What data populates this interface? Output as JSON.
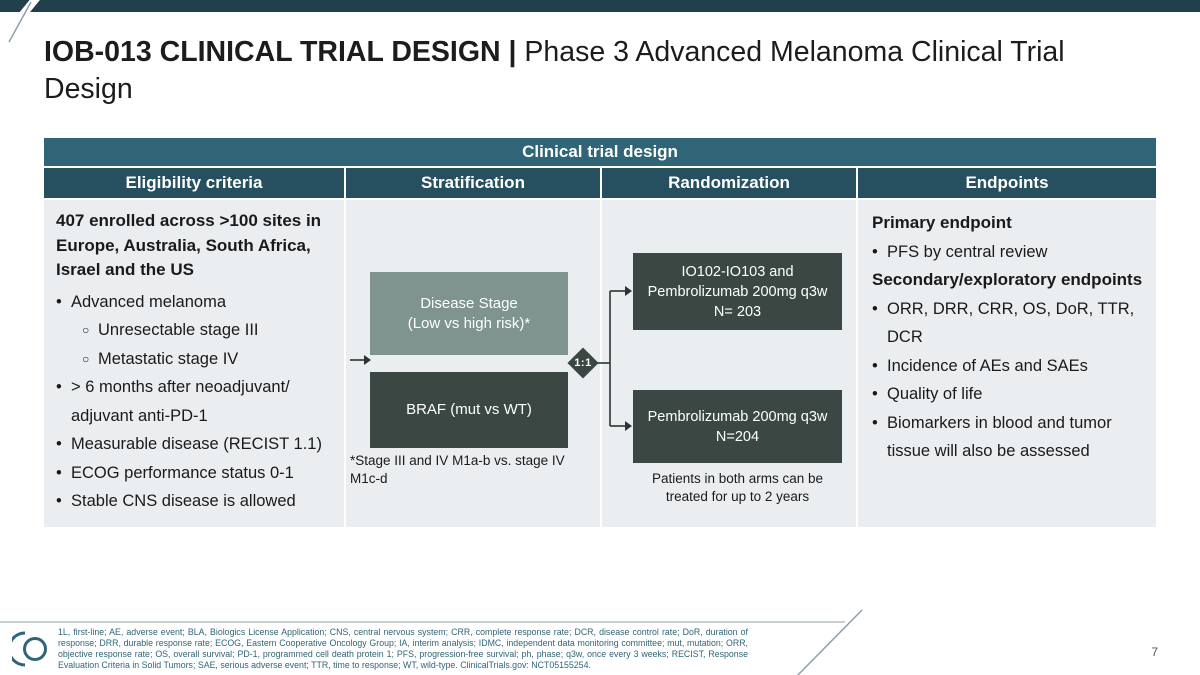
{
  "slide": {
    "title_bold": "IOB-013 CLINICAL TRIAL DESIGN | ",
    "title_rest": "Phase 3 Advanced Melanoma Clinical Trial Design",
    "page_number": "7"
  },
  "glyphs": {
    "bullet": "•",
    "sub_bullet": "○"
  },
  "table": {
    "title": "Clinical trial design",
    "columns": [
      "Eligibility criteria",
      "Stratification",
      "Randomization",
      "Endpoints"
    ]
  },
  "eligibility": {
    "intro": "407 enrolled across >100 sites in Europe, Australia, South Africa, Israel and the US",
    "items": [
      {
        "level": 1,
        "text": "Advanced melanoma"
      },
      {
        "level": 2,
        "text": "Unresectable stage III"
      },
      {
        "level": 2,
        "text": "Metastatic stage IV"
      },
      {
        "level": 1,
        "text": "> 6 months after neoadjuvant/ adjuvant anti-PD-1"
      },
      {
        "level": 1,
        "text": "Measurable disease (RECIST 1.1)"
      },
      {
        "level": 1,
        "text": "ECOG performance status 0-1"
      },
      {
        "level": 1,
        "text": "Stable CNS disease is allowed"
      }
    ]
  },
  "stratification": {
    "box_disease_stage": "Disease Stage\n(Low vs high risk)*",
    "box_braf": "BRAF (mut vs WT)",
    "footnote": "*Stage III and IV M1a-b vs. stage IV M1c-d",
    "ratio": "1:1"
  },
  "randomization": {
    "arm1": "IO102-IO103 and\nPembrolizumab 200mg q3w\nN= 203",
    "arm2": "Pembrolizumab 200mg q3w\nN=204",
    "note": "Patients in both arms can be\ntreated for up to 2 years"
  },
  "endpoints": {
    "primary_heading": "Primary endpoint",
    "primary_items": [
      "PFS by central review"
    ],
    "secondary_heading": "Secondary/exploratory endpoints",
    "secondary_items": [
      "ORR, DRR, CRR, OS, DoR, TTR, DCR",
      "Incidence of AEs and SAEs",
      "Quality of life",
      "Biomarkers in blood and tumor tissue will also be assessed"
    ]
  },
  "footer": {
    "abbreviations": "1L, first-line; AE, adverse event; BLA, Biologics License Application; CNS, central nervous system; CRR, complete response rate; DCR, disease control rate; DoR, duration of response; DRR, durable response rate; ECOG, Eastern Cooperative Oncology Group; IA, interim analysis; IDMC, independent data monitoring committee; mut, mutation; ORR, objective response rate; OS, overall survival; PD-1, programmed cell death protein 1; PFS, progression-free survival; ph, phase; q3w, once every 3 weeks; RECIST, Response Evaluation Criteria in Solid Tumors; SAE, serious adverse event; TTR, time to response; WT, wild-type. ClinicalTrials.gov: NCT05155254."
  },
  "colors": {
    "top_bar": "#223F4C",
    "table_header_teal": "#2F6576",
    "column_header_teal": "#26505F",
    "body_gray": "#EBEEF0",
    "charcoal_box": "#3B4743",
    "sage_box": "#7F948F",
    "footnote_teal": "#2F6576"
  }
}
